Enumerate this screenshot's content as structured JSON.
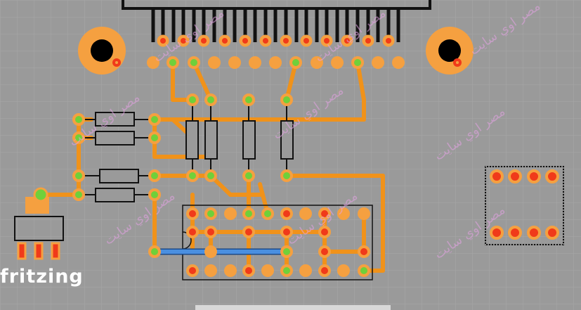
{
  "app": {
    "logo_text": "fritzing"
  },
  "watermark": {
    "text": "مصر اوي سايت"
  },
  "colors": {
    "background": "#9a9a9a",
    "trace": "#f0921a",
    "pad_green": "#6fd03a",
    "pad_red": "#f03a1a",
    "pad_orange": "#f5a040",
    "jumper": "#4a8fe0",
    "outline": "#111111",
    "grid": "#a6a6a6"
  },
  "components": {
    "header_connector": "header-connector",
    "mount_holes": 2,
    "resistors_horizontal": 4,
    "resistors_vertical": 4,
    "dip_ic": "dip-ic",
    "voltage_regulator": "voltage-regulator",
    "relay_socket": "socket-8-pin"
  }
}
